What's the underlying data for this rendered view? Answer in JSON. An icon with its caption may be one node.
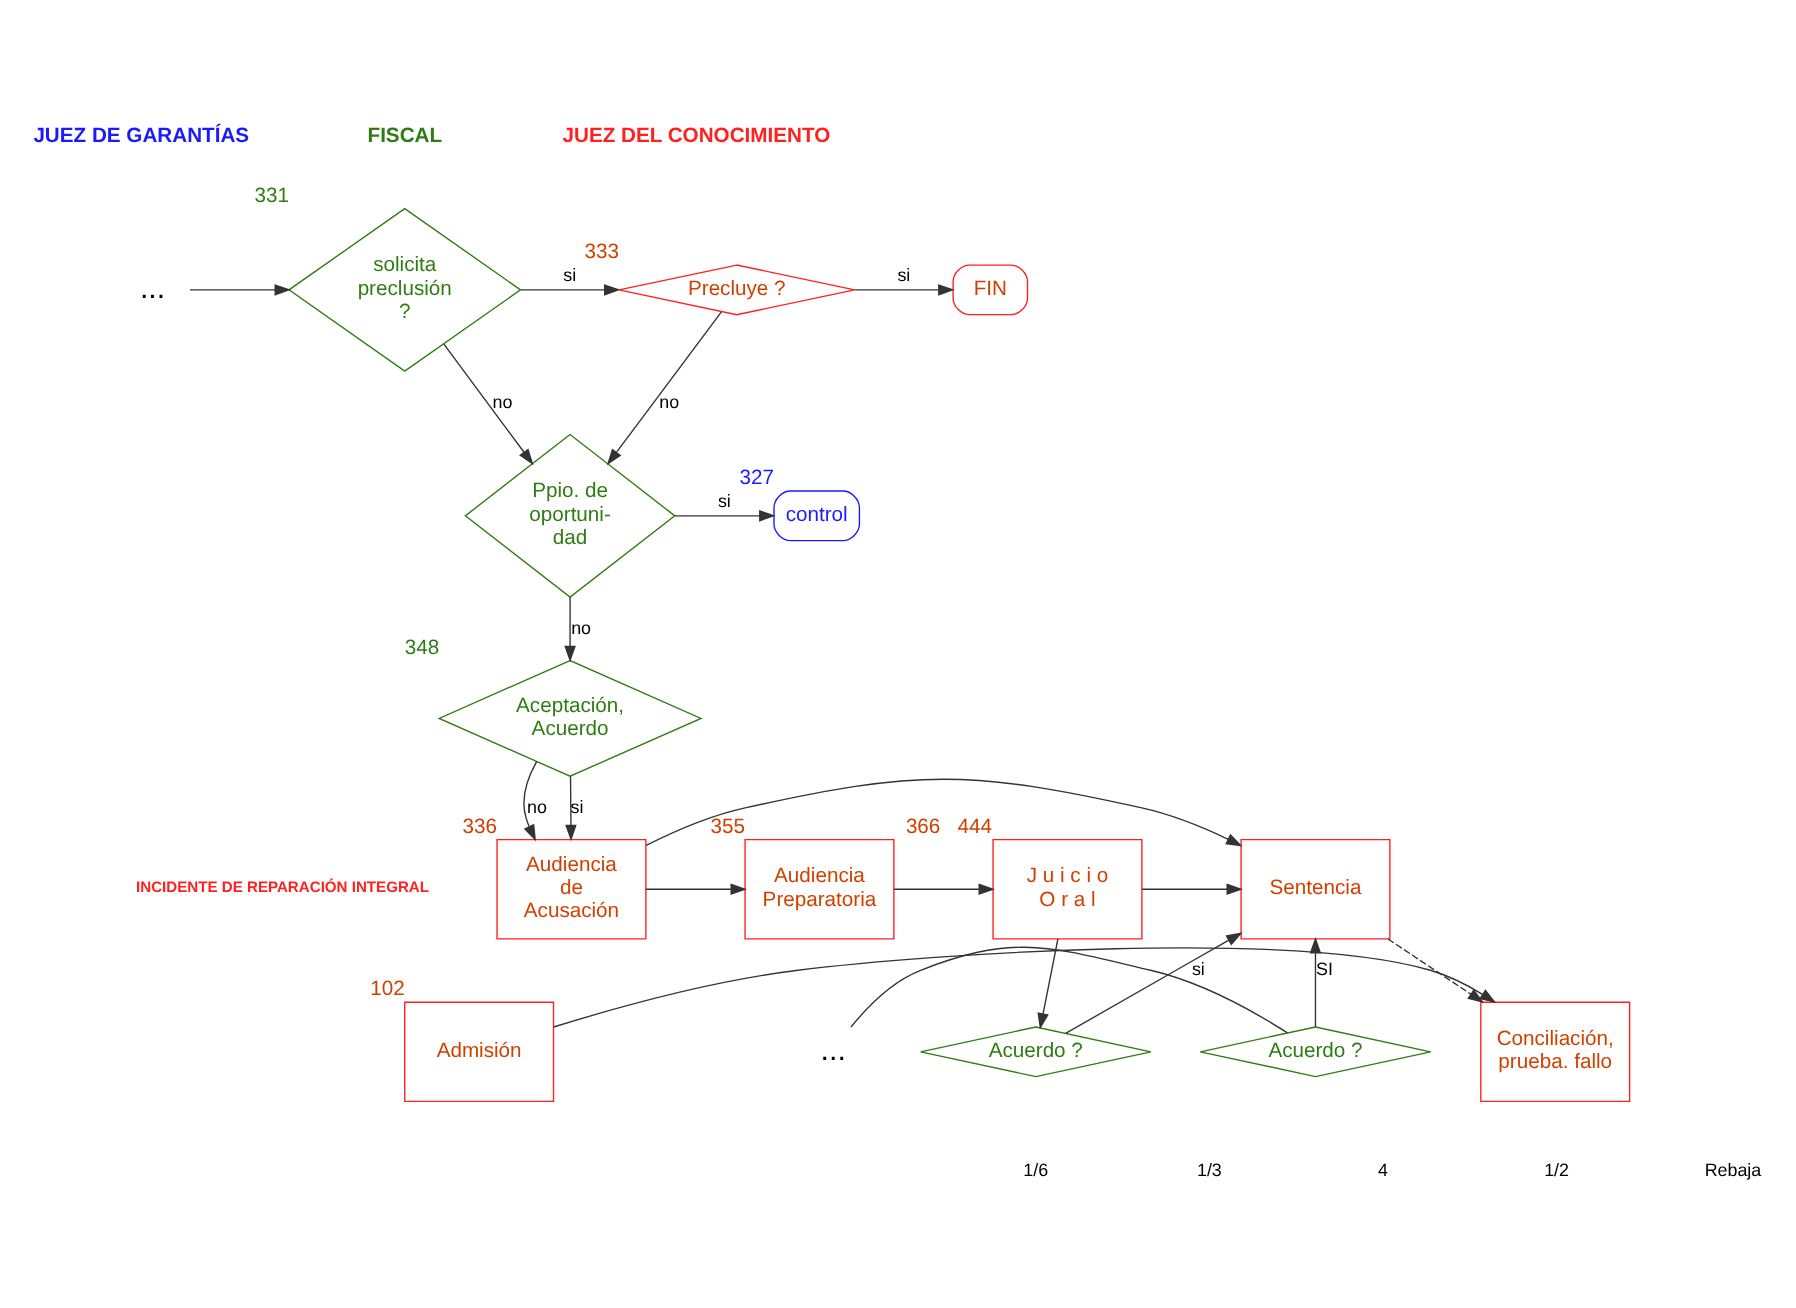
{
  "diagram": {
    "nodes": [
      {
        "text": [
          "..."
        ]
      },
      {
        "text": [
          "solicita preclusión ?"
        ],
        "beside": [
          "331"
        ]
      },
      {
        "text": [
          "Precluye ?"
        ],
        "beside": [
          "333"
        ]
      },
      {
        "text": [
          "FIN"
        ]
      },
      {
        "text": [
          "Ppio. de oportuni- dad"
        ]
      },
      {
        "text": [
          "control"
        ],
        "beside": [
          "327"
        ]
      },
      {
        "text": [
          "Aceptación, Acuerdo"
        ],
        "beside": [
          "348"
        ]
      },
      {
        "text": [
          "Audiencia de Acusación"
        ],
        "beside": [
          "336"
        ]
      },
      {
        "text": [
          "Audiencia Preparatoria"
        ],
        "beside": [
          "355"
        ]
      },
      {
        "text": [
          "J u i c i o O r a l"
        ],
        "beside": [
          "366",
          "444"
        ]
      },
      {
        "text": [
          "Sentencia"
        ]
      },
      {
        "text": [
          "Admisión"
        ],
        "beside": [
          "102"
        ]
      },
      {
        "text": [
          "Conciliación, prueba. fallo"
        ]
      },
      {
        "text": [
          "Acuerdo ?"
        ]
      },
      {
        "text": [
          "..."
        ]
      },
      {
        "text": [
          "Acuerdo ?"
        ]
      }
    ],
    "edges": [
      {
        "from": 0,
        "to": 1,
        "arrow": "to"
      },
      {
        "from": 1,
        "to": 2,
        "arrow": "to",
        "label": "si"
      },
      {
        "from": 2,
        "to": 3,
        "arrow": "to",
        "label": "si"
      },
      {
        "from": 2,
        "to": 4,
        "arrow": "to",
        "label": "no"
      },
      {
        "from": 1,
        "to": 4,
        "arrow": "to",
        "label": "no"
      },
      {
        "from": 4,
        "to": 5,
        "arrow": "to",
        "label": "si"
      },
      {
        "from": 4,
        "to": 6,
        "arrow": "to",
        "label": "no"
      },
      {
        "from": 6,
        "to": 7,
        "arrow": "to",
        "label": "no"
      },
      {
        "from": 6,
        "to": 7,
        "arrow": "to",
        "label": "si"
      },
      {
        "from": 7,
        "to": 8,
        "arrow": "to"
      },
      {
        "from": 8,
        "to": 9,
        "arrow": "to"
      },
      {
        "from": 9,
        "to": 10,
        "arrow": "to"
      },
      {
        "from": 11,
        "to": 12,
        "arrow": "to"
      },
      {
        "from": 10,
        "to": 12,
        "arrow": "to",
        "style": "dashed"
      },
      {
        "from": 9,
        "to": 13,
        "arrow": "to"
      },
      {
        "from": 13,
        "to": 10,
        "arrow": "to",
        "label": "si"
      },
      {
        "from": 14,
        "to": 15,
        "arrow": "none"
      },
      {
        "from": 15,
        "to": 10,
        "arrow": "to",
        "label": "SI"
      },
      {
        "from": 7,
        "to": 10,
        "arrow": "to"
      }
    ],
    "labels": [
      "JUEZ DE GARANTÍAS",
      "FISCAL",
      "JUEZ DEL CONOCIMIENTO",
      "INCIDENTE DE REPARACIÓN INTEGRAL",
      "1/6",
      "1/3",
      "4",
      "1/2",
      "Rebaja"
    ]
  }
}
